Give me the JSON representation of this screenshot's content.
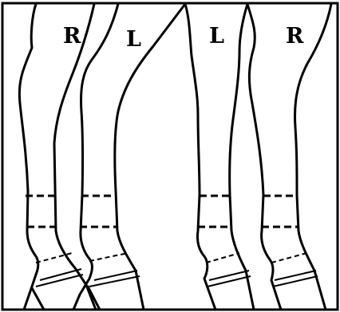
{
  "legs": [
    {
      "label": "R"
    },
    {
      "label": "L"
    },
    {
      "label": "L"
    },
    {
      "label": "R"
    }
  ]
}
